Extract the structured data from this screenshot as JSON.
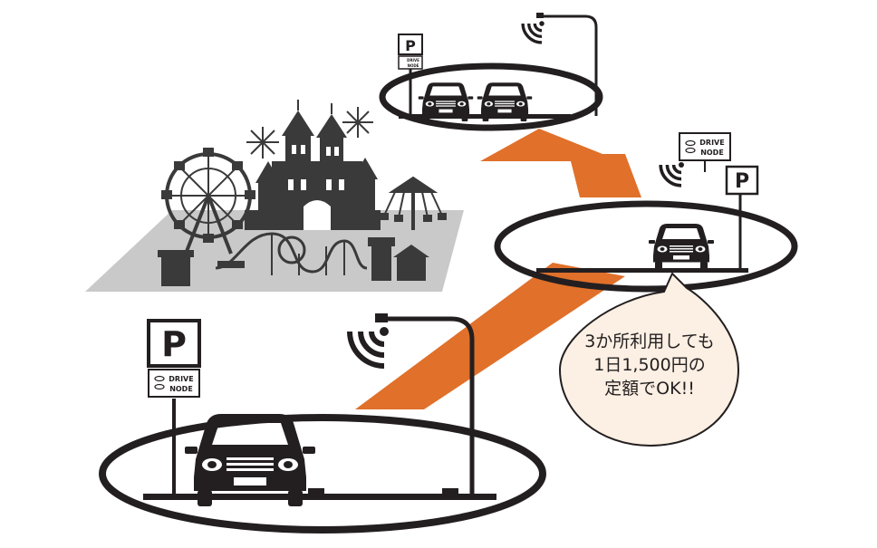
{
  "parking_sign": {
    "letter": "P"
  },
  "drive_node_sign": {
    "line1": "DRIVE",
    "line2": "NODE"
  },
  "speech_bubble": {
    "line1": "3か所利用しても",
    "line2": "1日1,500円の",
    "line3": "定額でOK!!",
    "fill": "#fcefe3"
  },
  "colors": {
    "route_arrow": "#e0702a",
    "lot_outline": "#231f20",
    "venue_ground": "#c9c9c9",
    "silhouette": "#3a3a3a"
  },
  "icons": [
    "parking-sign-icon",
    "drive-node-sign-icon",
    "wifi-signal-icon",
    "car-icon",
    "street-lamp-icon",
    "amusement-park-icon"
  ]
}
